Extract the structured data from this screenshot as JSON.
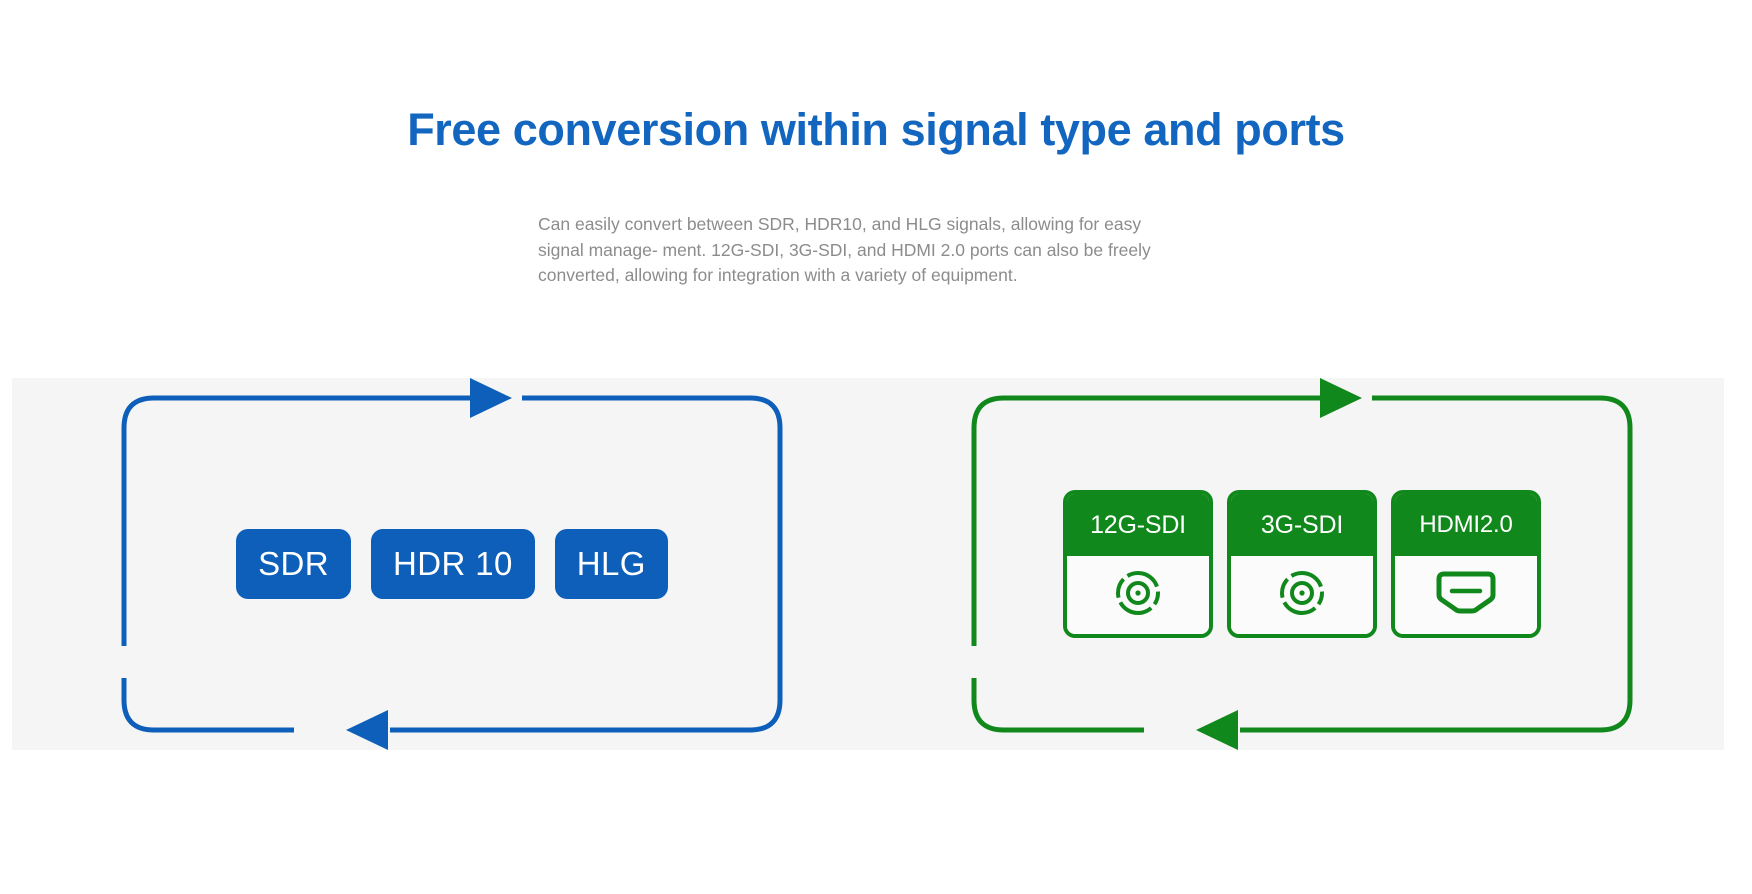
{
  "heading": {
    "title": "Free conversion within signal type and ports",
    "color": "#1366BF"
  },
  "description": {
    "text": "Can easily convert between SDR, HDR10, and HLG signals, allowing for easy signal manage- ment. 12G-SDI, 3G-SDI, and HDMI 2.0 ports can also be freely converted, allowing for integration with a variety of equipment.",
    "color": "#8c8c8c"
  },
  "panel": {
    "background": "#f5f5f5"
  },
  "diagram": {
    "signal_loop": {
      "accent_color": "#0E5FBA",
      "top_arrow": "arrow-right",
      "bottom_arrow": "arrow-left",
      "chips": [
        {
          "label": "SDR"
        },
        {
          "label": "HDR 10"
        },
        {
          "label": "HLG"
        }
      ]
    },
    "port_loop": {
      "accent_color": "#11881B",
      "top_arrow": "arrow-right",
      "bottom_arrow": "arrow-left",
      "cards": [
        {
          "label": "12G-SDI",
          "icon": "bnc-connector-icon"
        },
        {
          "label": "3G-SDI",
          "icon": "bnc-connector-icon"
        },
        {
          "label": "HDMI2.0",
          "icon": "hdmi-connector-icon"
        }
      ]
    }
  }
}
